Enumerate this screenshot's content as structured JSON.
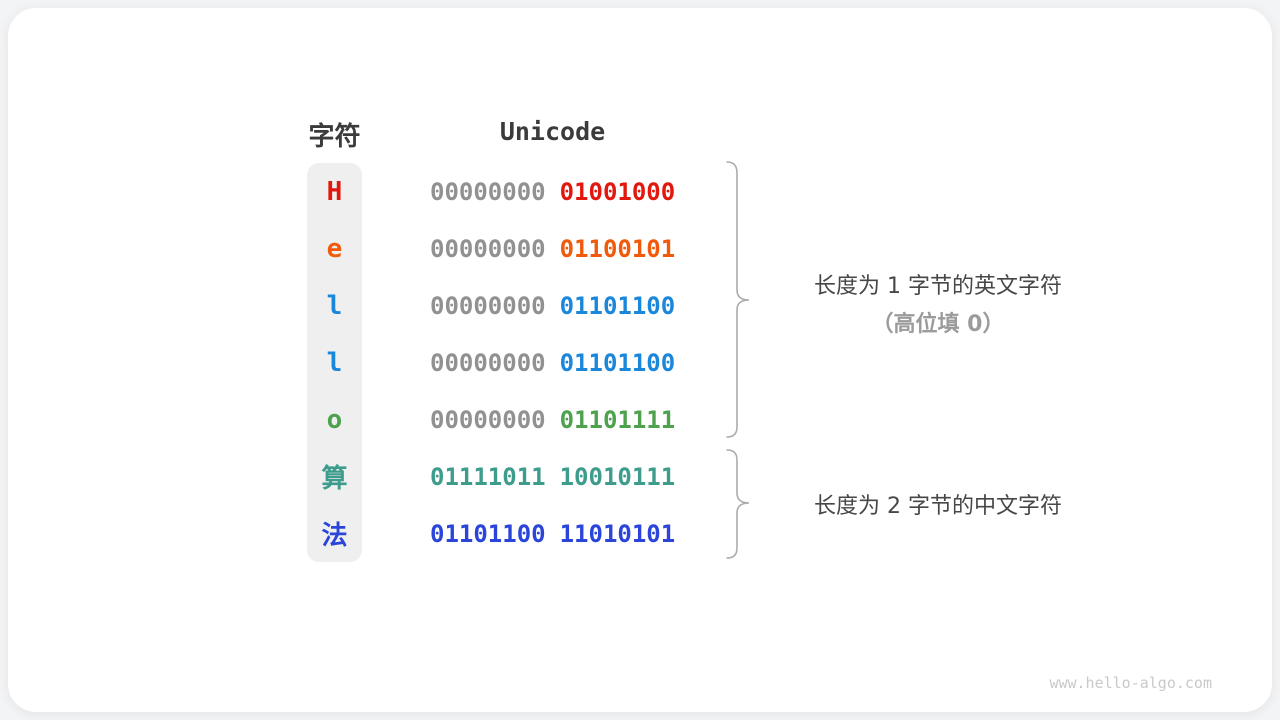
{
  "header": {
    "char_col": "字符",
    "unicode_col": "Unicode"
  },
  "rows": [
    {
      "char": "H",
      "byte_high": "00000000",
      "byte_low": "01001000",
      "color": "#E2170D",
      "byte_high_color": "#919191"
    },
    {
      "char": "e",
      "byte_high": "00000000",
      "byte_low": "01100101",
      "color": "#F05A0A",
      "byte_high_color": "#919191"
    },
    {
      "char": "l",
      "byte_high": "00000000",
      "byte_low": "01101100",
      "color": "#1B87DB",
      "byte_high_color": "#919191"
    },
    {
      "char": "l",
      "byte_high": "00000000",
      "byte_low": "01101100",
      "color": "#1B87DB",
      "byte_high_color": "#919191"
    },
    {
      "char": "o",
      "byte_high": "00000000",
      "byte_low": "01101111",
      "color": "#4EA24E",
      "byte_high_color": "#919191"
    },
    {
      "char": "算",
      "byte_high": "01111011",
      "byte_low": "10010111",
      "color": "#3D9C8C"
    },
    {
      "char": "法",
      "byte_high": "01101100",
      "byte_low": "11010101",
      "color": "#2B45DB"
    }
  ],
  "annotations": {
    "english": {
      "line1": "长度为 1 字节的英文字符",
      "line2": "（高位填 0）"
    },
    "chinese": {
      "line1": "长度为 2 字节的中文字符"
    }
  },
  "watermark": "www.hello-algo.com"
}
